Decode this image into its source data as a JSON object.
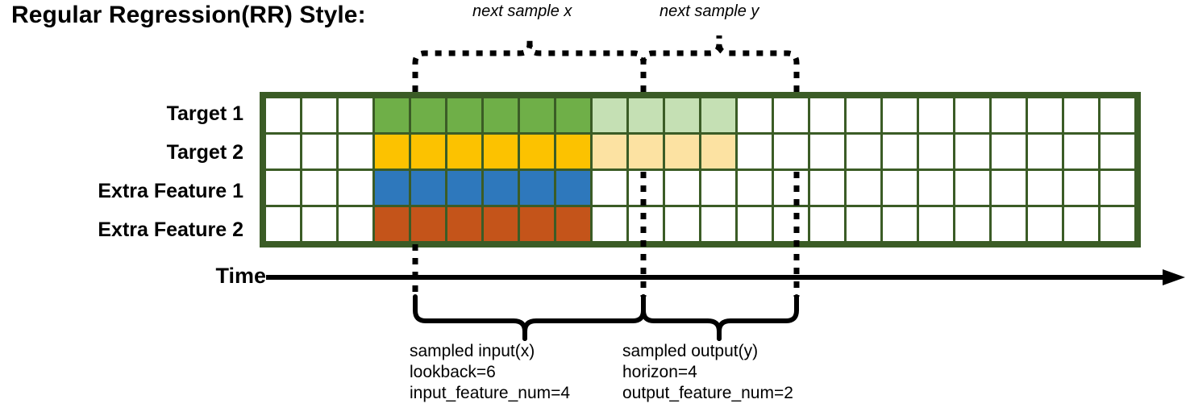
{
  "title": "Regular Regression(RR) Style:",
  "rows": [
    {
      "label": "Target 1",
      "name": "target-1"
    },
    {
      "label": "Target 2",
      "name": "target-2"
    },
    {
      "label": "Extra Feature 1",
      "name": "extra-feature-1"
    },
    {
      "label": "Extra Feature 2",
      "name": "extra-feature-2"
    }
  ],
  "axis": {
    "label": "Time"
  },
  "top_annotations": {
    "next_sample_x": "next sample x",
    "next_sample_y": "next sample y"
  },
  "bottom_annotations": {
    "input": {
      "title": "sampled input(x)",
      "line2": "lookback=6",
      "line3": "input_feature_num=4"
    },
    "output": {
      "title": "sampled output(y)",
      "line2": "horizon=4",
      "line3": "output_feature_num=2"
    }
  },
  "colors": {
    "grid_border": "#3B5C26",
    "cell_empty": "#FFFFFF",
    "target1_strong": "#6FAF48",
    "target1_faded": "#C5E0B4",
    "target2_strong": "#FCC200",
    "target2_faded": "#FCE2A2",
    "feature1_strong": "#2E78BC",
    "feature2_strong": "#C4541A",
    "annotation": "#000000"
  },
  "chart_data": {
    "type": "table",
    "title": "Regular Regression(RR) Style:",
    "columns_total": 24,
    "lookback": 6,
    "horizon": 4,
    "input_feature_num": 4,
    "output_feature_num": 2,
    "input_start_col": 4,
    "input_end_col": 9,
    "output_start_col": 10,
    "output_end_col": 13,
    "row_names": [
      "Target 1",
      "Target 2",
      "Extra Feature 1",
      "Extra Feature 2"
    ],
    "cells": [
      [
        "empty",
        "empty",
        "empty",
        "t1s",
        "t1s",
        "t1s",
        "t1s",
        "t1s",
        "t1s",
        "t1f",
        "t1f",
        "t1f",
        "t1f",
        "empty",
        "empty",
        "empty",
        "empty",
        "empty",
        "empty",
        "empty",
        "empty",
        "empty",
        "empty",
        "empty"
      ],
      [
        "empty",
        "empty",
        "empty",
        "t2s",
        "t2s",
        "t2s",
        "t2s",
        "t2s",
        "t2s",
        "t2f",
        "t2f",
        "t2f",
        "t2f",
        "empty",
        "empty",
        "empty",
        "empty",
        "empty",
        "empty",
        "empty",
        "empty",
        "empty",
        "empty",
        "empty"
      ],
      [
        "empty",
        "empty",
        "empty",
        "f1s",
        "f1s",
        "f1s",
        "f1s",
        "f1s",
        "f1s",
        "empty",
        "empty",
        "empty",
        "empty",
        "empty",
        "empty",
        "empty",
        "empty",
        "empty",
        "empty",
        "empty",
        "empty",
        "empty",
        "empty",
        "empty"
      ],
      [
        "empty",
        "empty",
        "empty",
        "f2s",
        "f2s",
        "f2s",
        "f2s",
        "f2s",
        "f2s",
        "empty",
        "empty",
        "empty",
        "empty",
        "empty",
        "empty",
        "empty",
        "empty",
        "empty",
        "empty",
        "empty",
        "empty",
        "empty",
        "empty",
        "empty"
      ]
    ]
  }
}
